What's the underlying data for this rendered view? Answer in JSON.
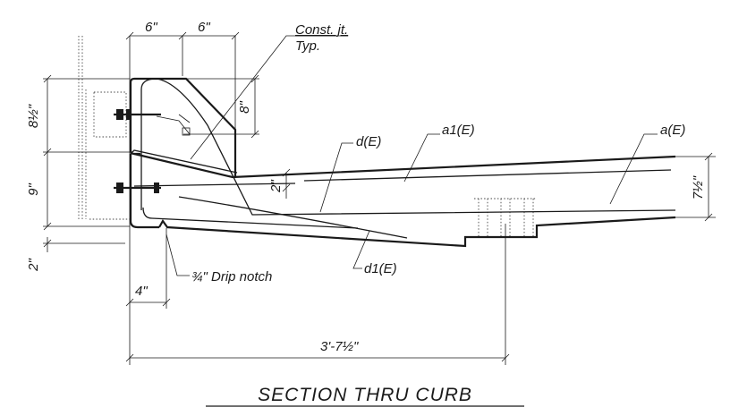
{
  "title": "SECTION THRU CURB",
  "dimensions": {
    "top_left": "6\"",
    "top_right": "6\"",
    "curb_upper": "8½\"",
    "curb_mid": "9\"",
    "curb_low": "2\"",
    "curb_height": "8\"",
    "slab_gap": "2\"",
    "slab_thickness": "7½\"",
    "drip_offset": "4\"",
    "overall": "3'-7½\""
  },
  "labels": {
    "const_jt_line1": "Const. jt.",
    "const_jt_line2": "Typ.",
    "drip_notch": "¾\" Drip notch",
    "bar_d": "d(E)",
    "bar_a1": "a1(E)",
    "bar_a": "a(E)",
    "bar_d1": "d1(E)"
  }
}
